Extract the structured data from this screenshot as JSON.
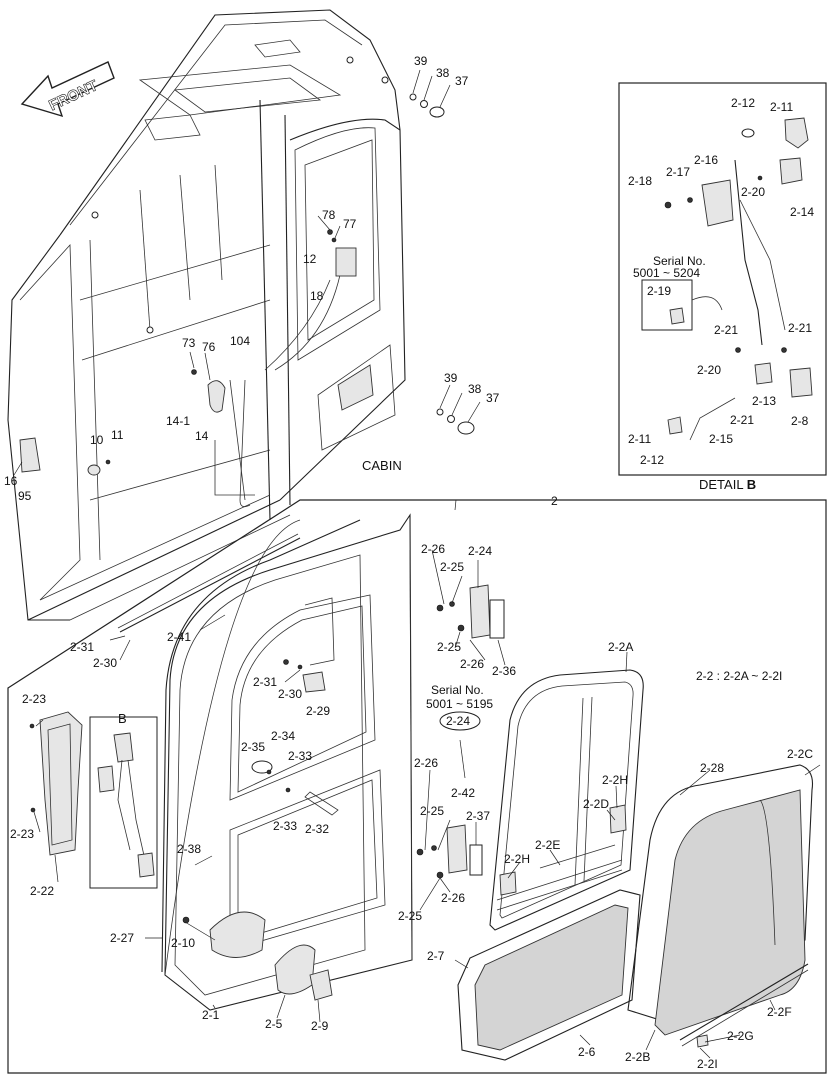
{
  "front_arrow": "FRONT",
  "cabin_label": "CABIN",
  "detail_caption": {
    "prefix": "DETAIL ",
    "letter": "B"
  },
  "group_number": "2",
  "group_note": "2-2 : 2-2A ~ 2-2I",
  "view_b_letter": "B",
  "serial_notes": {
    "detail": {
      "line1": "Serial No.",
      "line2": "5001 ~ 5204",
      "part": "2-19"
    },
    "door": {
      "line1": "Serial No.",
      "line2": "5001 ~ 5195",
      "part": "2-24"
    }
  },
  "labels": {
    "l39a": "39",
    "l38a": "38",
    "l37a": "37",
    "l78": "78",
    "l77": "77",
    "l12": "12",
    "l18": "18",
    "l73": "73",
    "l76": "76",
    "l104": "104",
    "l14_1": "14-1",
    "l14": "14",
    "l39b": "39",
    "l38b": "38",
    "l37b": "37",
    "l10": "10",
    "l11": "11",
    "l16": "16",
    "l95": "95",
    "d2_12a": "2-12",
    "d2_11a": "2-11",
    "d2_16": "2-16",
    "d2_17": "2-17",
    "d2_18": "2-18",
    "d2_20a": "2-20",
    "d2_14": "2-14",
    "d2_21a": "2-21",
    "d2_21b": "2-21",
    "d2_20b": "2-20",
    "d2_13": "2-13",
    "d2_21c": "2-21",
    "d2_8": "2-8",
    "d2_11b": "2-11",
    "d2_15": "2-15",
    "d2_12b": "2-12",
    "g2_26a": "2-26",
    "g2_24": "2-24",
    "g2_25a": "2-25",
    "g2_25b": "2-25",
    "g2_26b": "2-26",
    "g2_36": "2-36",
    "g2_31a": "2-31",
    "g2_30a": "2-30",
    "g2_41": "2-41",
    "g2_31b": "2-31",
    "g2_30b": "2-30",
    "g2_29": "2-29",
    "g2_2A": "2-2A",
    "g2_23a": "2-23",
    "g2_23b": "2-23",
    "g2_22": "2-22",
    "g2_34": "2-34",
    "g2_35": "2-35",
    "g2_33a": "2-33",
    "g2_33b": "2-33",
    "g2_32": "2-32",
    "g2_28": "2-28",
    "g2_2C": "2-2C",
    "g2_2H_a": "2-2H",
    "g2_2D": "2-2D",
    "g2_2E": "2-2E",
    "g2_2H_b": "2-2H",
    "g2_26c": "2-26",
    "g2_25c": "2-25",
    "g2_42": "2-42",
    "g2_37": "2-37",
    "g2_26d": "2-26",
    "g2_25d": "2-25",
    "g2_38": "2-38",
    "g2_27": "2-27",
    "g2_10": "2-10",
    "g2_7": "2-7",
    "g2_1": "2-1",
    "g2_5": "2-5",
    "g2_9": "2-9",
    "g2_6": "2-6",
    "g2_2B": "2-2B",
    "g2_2F": "2-2F",
    "g2_2G": "2-2G",
    "g2_2I": "2-2I"
  }
}
